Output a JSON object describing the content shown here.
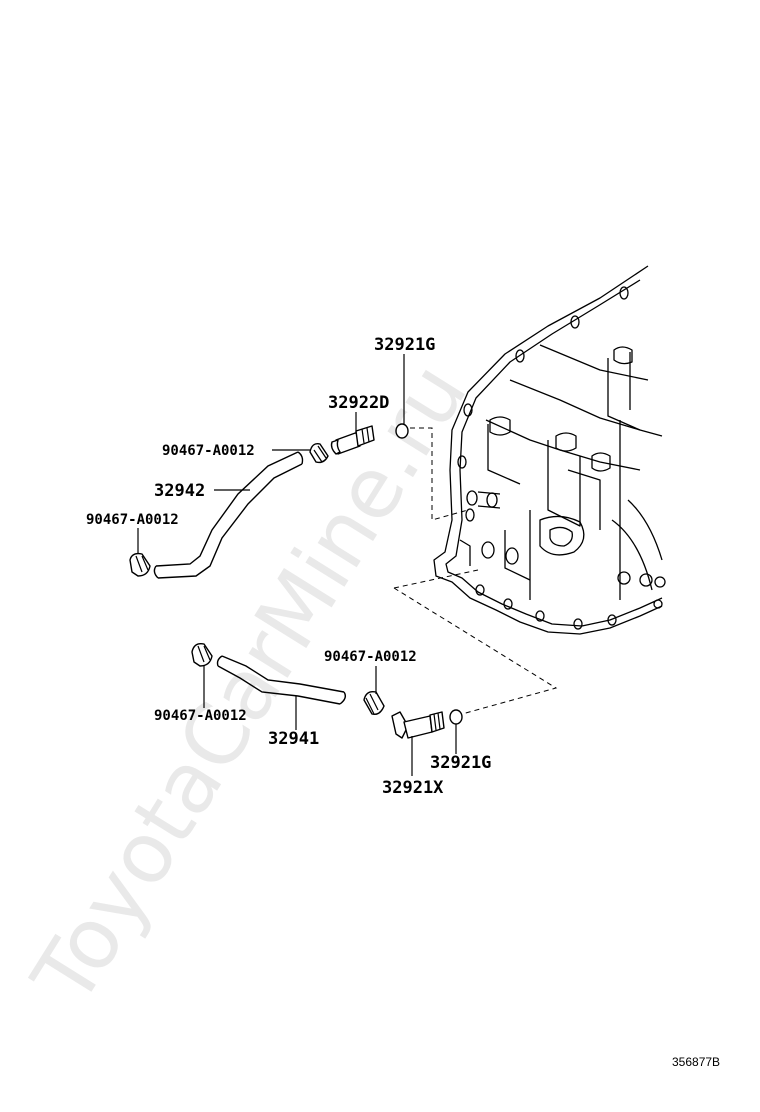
{
  "watermark": "ToyotaCarMine.ru",
  "reference": "356877B",
  "labels": {
    "p32921G_top": "32921G",
    "p32922D": "32922D",
    "p90467_a": "90467-A0012",
    "p32942": "32942",
    "p90467_b": "90467-A0012",
    "p90467_c": "90467-A0012",
    "p90467_d": "90467-A0012",
    "p32941": "32941",
    "p32921G_bottom": "32921G",
    "p32921X": "32921X"
  }
}
